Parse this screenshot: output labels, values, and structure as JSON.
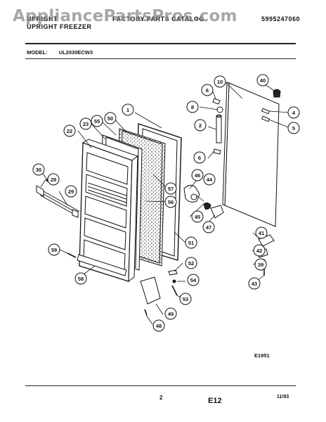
{
  "header": {
    "left_line1": "UPRIGHT",
    "left_line2": "UPRIGHT FREEZER",
    "center": "FACTORY PARTS CATALOG",
    "right": "5995247060"
  },
  "watermark": "AppliancePartsPros.com",
  "model": {
    "label": "MODEL:",
    "value": "UL2030ECW3"
  },
  "callouts": [
    "1",
    "2",
    "4",
    "5",
    "6",
    "6",
    "8",
    "10",
    "22",
    "23",
    "28",
    "29",
    "30",
    "39",
    "40",
    "41",
    "42",
    "43",
    "44",
    "45",
    "46",
    "47",
    "48",
    "49",
    "50",
    "51",
    "52",
    "53",
    "54",
    "55",
    "56",
    "57",
    "58",
    "59"
  ],
  "figure_code": "E1951",
  "footer": {
    "page": "2",
    "section": "E12",
    "date": "11/93"
  }
}
